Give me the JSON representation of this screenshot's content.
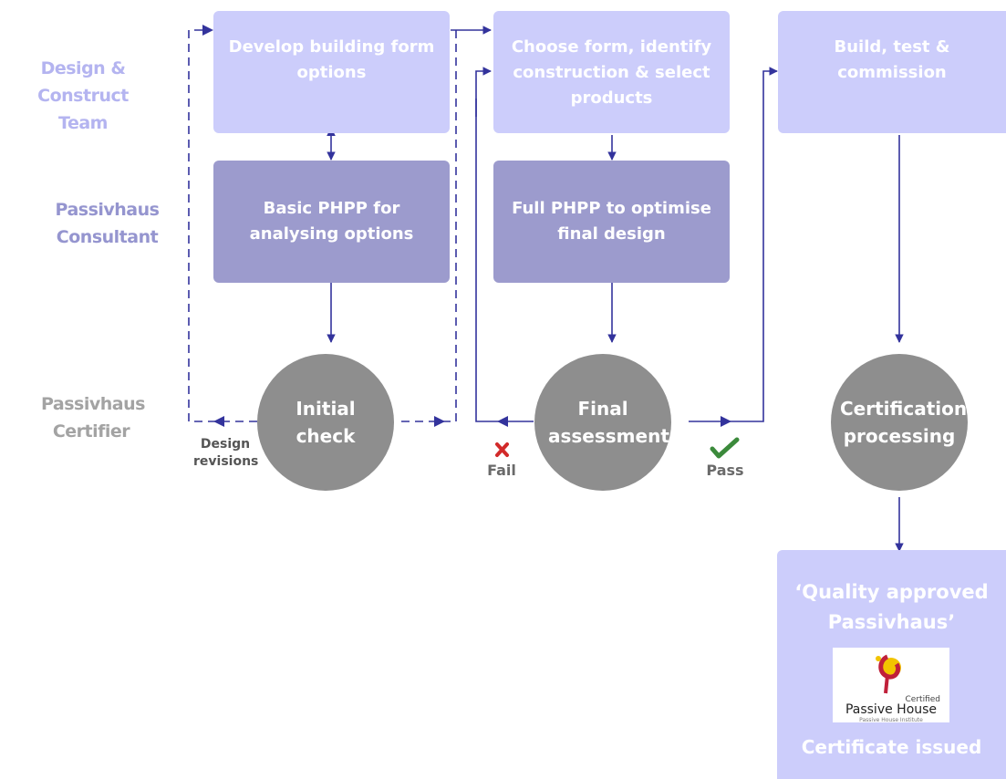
{
  "lanes": {
    "design_construct": "Design & Construct Team",
    "consultant": "Passivhaus Consultant",
    "certifier": "Passivhaus Certifier"
  },
  "boxes": {
    "develop_options": "Develop building form options",
    "choose_form": "Choose form, identify construction & select products",
    "build_test": "Build, test & commission",
    "basic_phpp": "Basic PHPP for analysing options",
    "full_phpp": "Full PHPP to optimise final design"
  },
  "circles": {
    "initial_check": "Initial check",
    "final_assessment": "Final assessment",
    "certification": "Certification processing"
  },
  "labels": {
    "design_revisions": "Design revisions",
    "fail": "Fail",
    "pass": "Pass"
  },
  "result": {
    "title": "‘Quality approved Passivhaus’",
    "subtitle": "Certificate issued",
    "logo_certified": "Certified",
    "logo_name": "Passive House",
    "logo_institute": "Passive House Institute"
  },
  "colors": {
    "light_box": "#cccdfb",
    "mid_box": "#9c9bcd",
    "circle": "#8e8e8e",
    "connector": "#33339c",
    "pass_mark": "#3b8a3b",
    "fail_mark": "#d22a2a"
  }
}
